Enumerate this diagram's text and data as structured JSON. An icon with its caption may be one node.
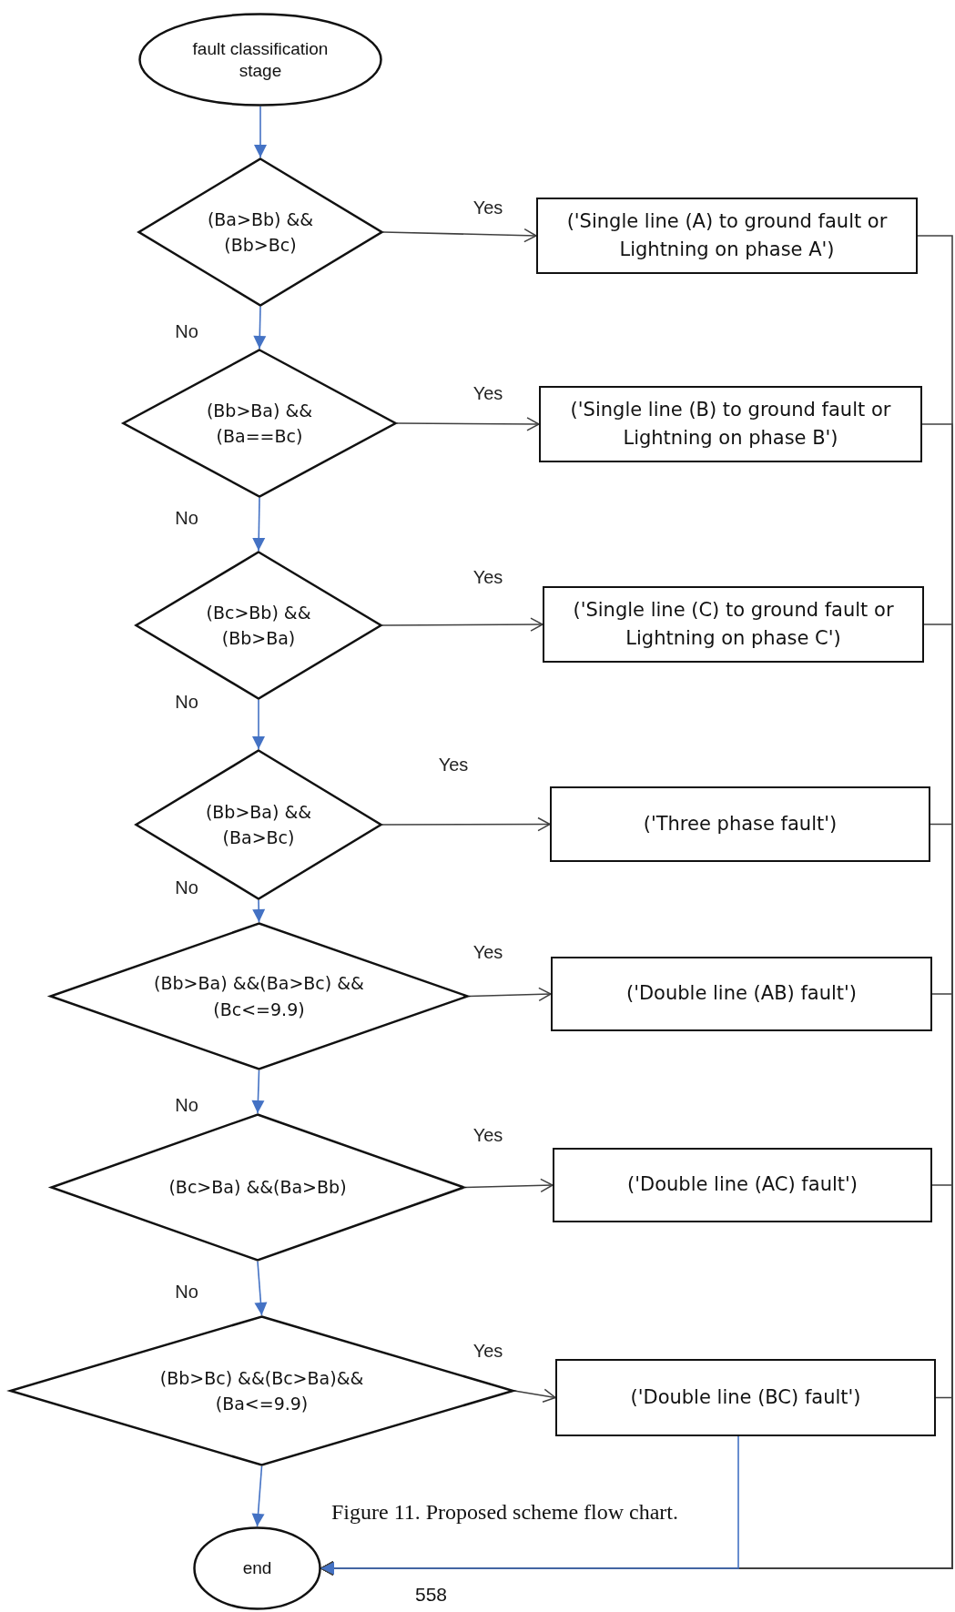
{
  "diagram": {
    "caption": "Figure 11. Proposed scheme flow chart.",
    "nodes": [
      {
        "text": [
          "fault classification stage"
        ]
      },
      {
        "text": [
          "(Ba>Bb) &&(Bb>Bc)"
        ]
      },
      {
        "text": [
          "('Single line (A) to ground fault or Lightning on phase A')"
        ]
      },
      {
        "text": [
          "(Bb>Ba) &&(Ba==Bc)"
        ]
      },
      {
        "text": [
          "('Single line (B) to ground fault or Lightning on phase B')"
        ]
      },
      {
        "text": [
          "(Bc>Bb) &&(Bb>Ba)"
        ]
      },
      {
        "text": [
          "('Single line (C) to ground fault or Lightning on phase C')"
        ]
      },
      {
        "text": [
          "(Bb>Ba) &&(Ba>Bc)"
        ]
      },
      {
        "text": [
          "('Three phase fault')"
        ]
      },
      {
        "text": [
          "(Bb>Ba) &&(Ba>Bc) && (Bc<=9.9)"
        ]
      },
      {
        "text": [
          "('Double line (AB) fault')"
        ]
      },
      {
        "text": [
          "(Bc>Ba) &&(Ba>Bb)"
        ]
      },
      {
        "text": [
          "('Double line (AC) fault')"
        ]
      },
      {
        "text": [
          "(Bb>Bc) &&(Bc>Ba)&&(Ba<=9.9)"
        ]
      },
      {
        "text": [
          "('Double line (BC) fault')"
        ]
      },
      {
        "text": [
          "end"
        ]
      }
    ],
    "edges": [
      {
        "from": 0,
        "to": 1,
        "arrow": "to",
        "color": "#4472c4"
      },
      {
        "from": 1,
        "to": 2,
        "arrow": "to",
        "label": "Yes"
      },
      {
        "from": 1,
        "to": 3,
        "arrow": "to",
        "label": "No",
        "color": "#4472c4"
      },
      {
        "from": 3,
        "to": 4,
        "arrow": "to",
        "label": "Yes"
      },
      {
        "from": 3,
        "to": 5,
        "arrow": "to",
        "label": "No",
        "color": "#4472c4"
      },
      {
        "from": 5,
        "to": 6,
        "arrow": "to",
        "label": "Yes"
      },
      {
        "from": 5,
        "to": 7,
        "arrow": "to",
        "label": "No",
        "color": "#4472c4"
      },
      {
        "from": 7,
        "to": 8,
        "arrow": "to",
        "label": "Yes"
      },
      {
        "from": 7,
        "to": 9,
        "arrow": "to",
        "label": "No",
        "color": "#4472c4"
      },
      {
        "from": 9,
        "to": 10,
        "arrow": "to",
        "label": "Yes"
      },
      {
        "from": 9,
        "to": 11,
        "arrow": "to",
        "label": "No",
        "color": "#4472c4"
      },
      {
        "from": 11,
        "to": 12,
        "arrow": "to",
        "label": "Yes"
      },
      {
        "from": 11,
        "to": 13,
        "arrow": "to",
        "label": "No",
        "color": "#4472c4"
      },
      {
        "from": 13,
        "to": 14,
        "arrow": "to",
        "label": "Yes"
      },
      {
        "from": 13,
        "to": 15,
        "arrow": "to",
        "color": "#4472c4"
      },
      {
        "from": 2,
        "to": 15,
        "arrow": "to"
      },
      {
        "from": 4,
        "to": 15,
        "arrow": "to"
      },
      {
        "from": 6,
        "to": 15,
        "arrow": "to"
      },
      {
        "from": 8,
        "to": 15,
        "arrow": "to"
      },
      {
        "from": 10,
        "to": 15,
        "arrow": "to"
      },
      {
        "from": 12,
        "to": 15,
        "arrow": "to"
      },
      {
        "from": 14,
        "to": 15,
        "arrow": "to"
      },
      {
        "from": 14,
        "to": 15,
        "arrow": "to",
        "color": "#4472c4"
      }
    ],
    "labels": [
      "558"
    ]
  }
}
